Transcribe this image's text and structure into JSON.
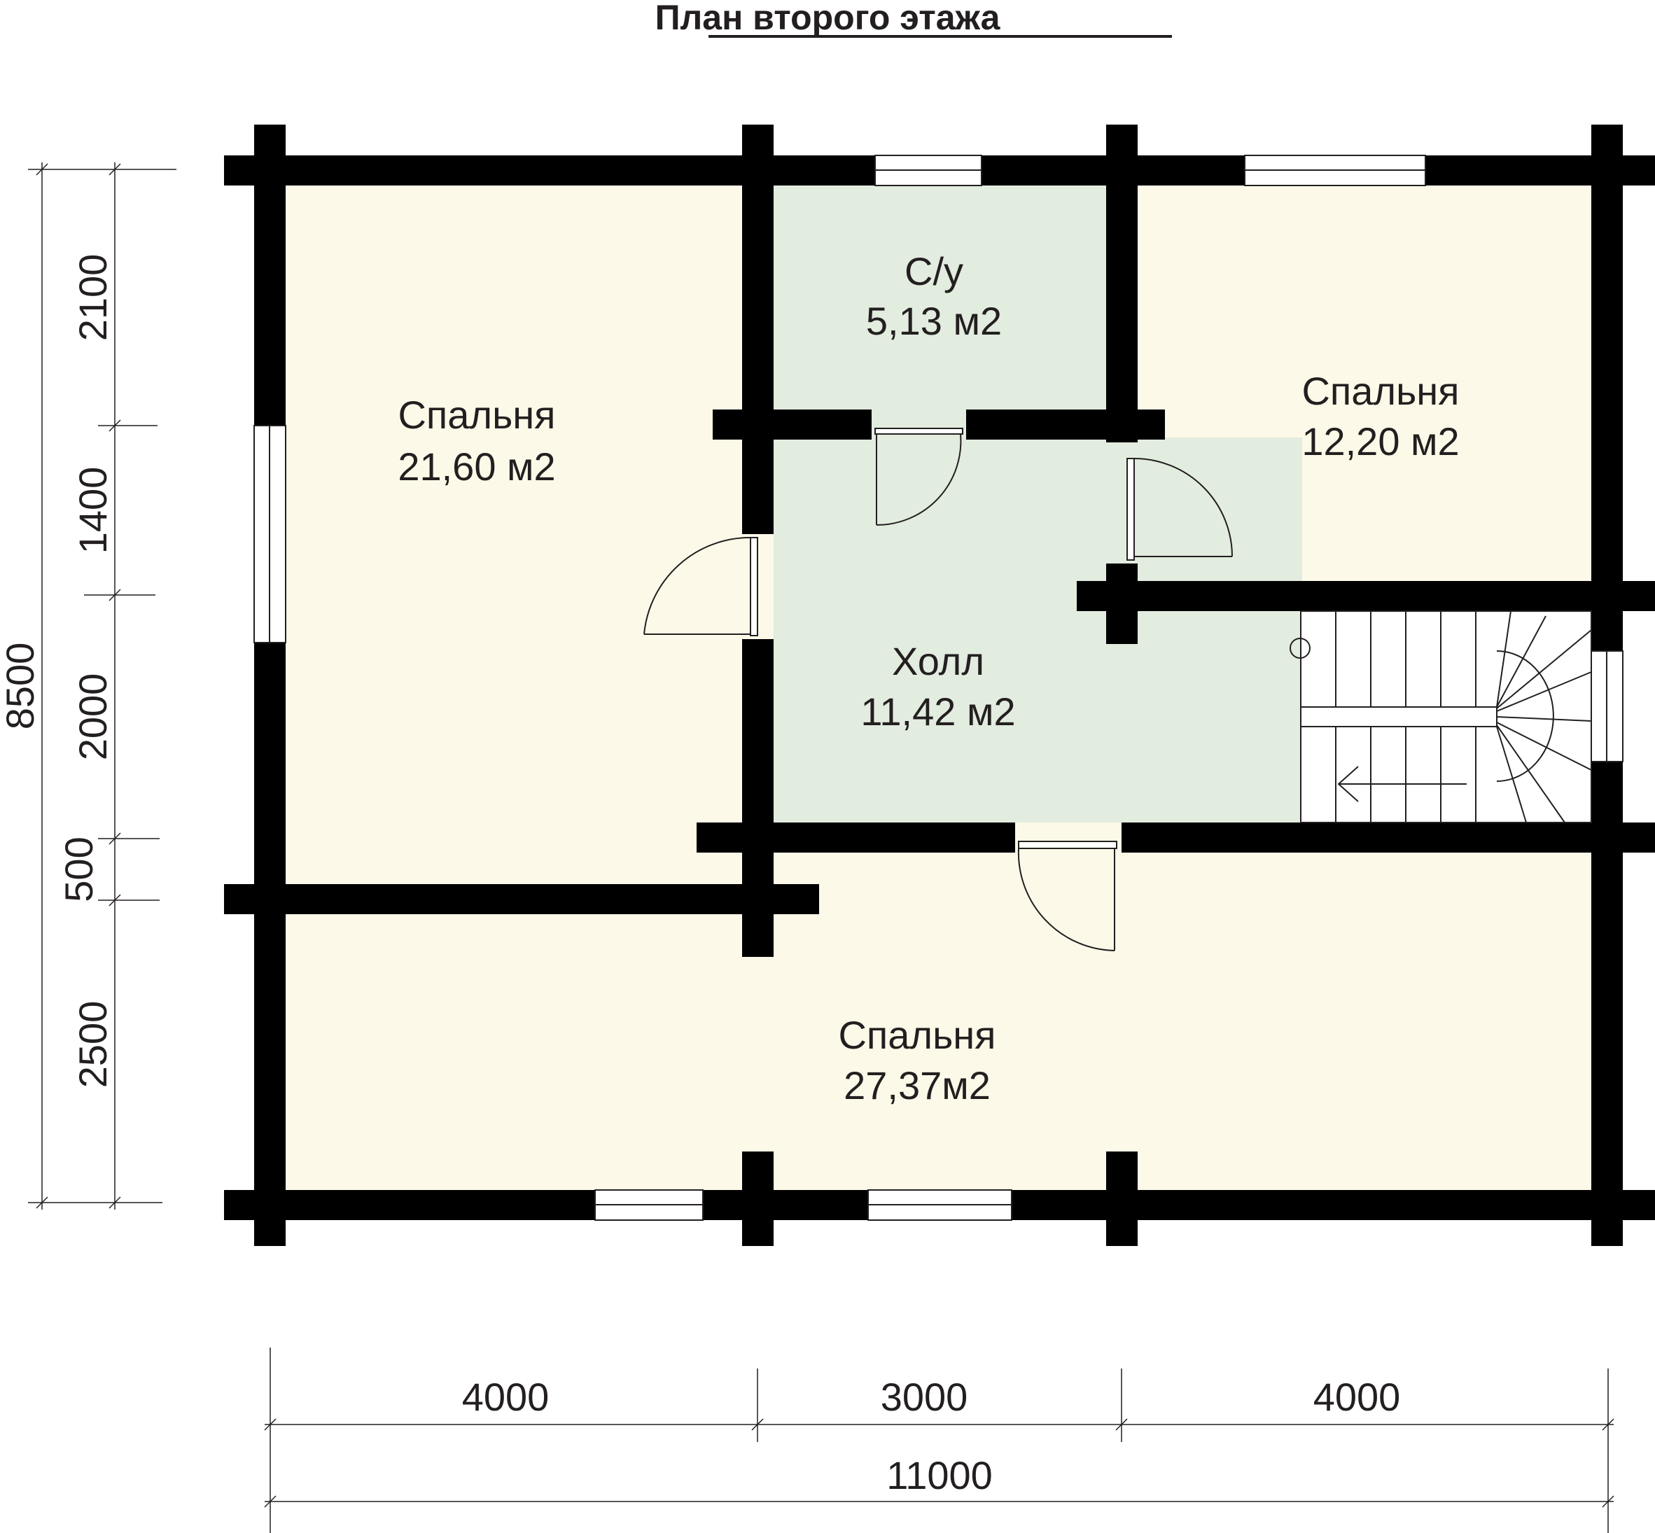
{
  "title": "План второго этажа",
  "colors": {
    "wall": "#000000",
    "living_room_fill": "#fcf9e8",
    "wet_room_fill": "#e2ecdf",
    "dimension_line": "#231f20"
  },
  "rooms": {
    "bedroom_left": {
      "name": "Спальня",
      "area": "21,60 м2"
    },
    "bathroom": {
      "name": "С/у",
      "area": "5,13 м2"
    },
    "bedroom_right": {
      "name": "Спальня",
      "area": "12,20 м2"
    },
    "hall": {
      "name": "Холл",
      "area": "11,42 м2"
    },
    "bedroom_bottom": {
      "name": "Спальня",
      "area": "27,37м2"
    }
  },
  "dimensions": {
    "vertical_total": "8500",
    "vertical_segments": [
      "2100",
      "1400",
      "2000",
      "500",
      "2500"
    ],
    "horizontal_segments": [
      "4000",
      "3000",
      "4000"
    ],
    "horizontal_total": "11000"
  }
}
